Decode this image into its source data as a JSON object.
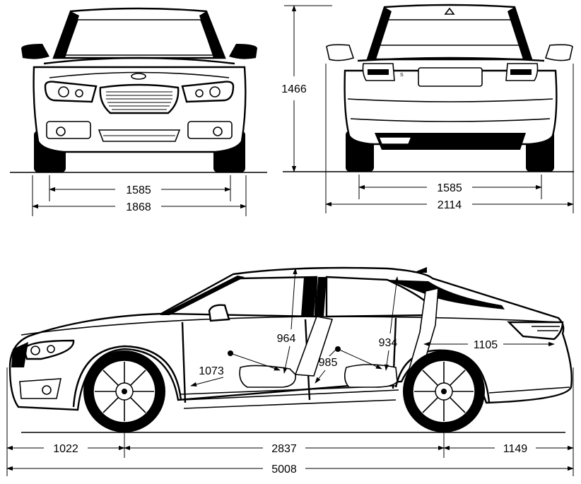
{
  "diagram": {
    "front_view": {
      "track_width": "1585",
      "overall_width": "1868"
    },
    "rear_view": {
      "track_width": "1585",
      "overall_width_with_mirrors": "2114",
      "height": "1466"
    },
    "side_view": {
      "front_overhang": "1022",
      "wheelbase": "2837",
      "rear_overhang": "1149",
      "overall_length": "5008",
      "front_headroom": "964",
      "rear_headroom": "934",
      "front_legroom": "1073",
      "rear_legroom": "985",
      "trunk_length": "1105"
    }
  }
}
